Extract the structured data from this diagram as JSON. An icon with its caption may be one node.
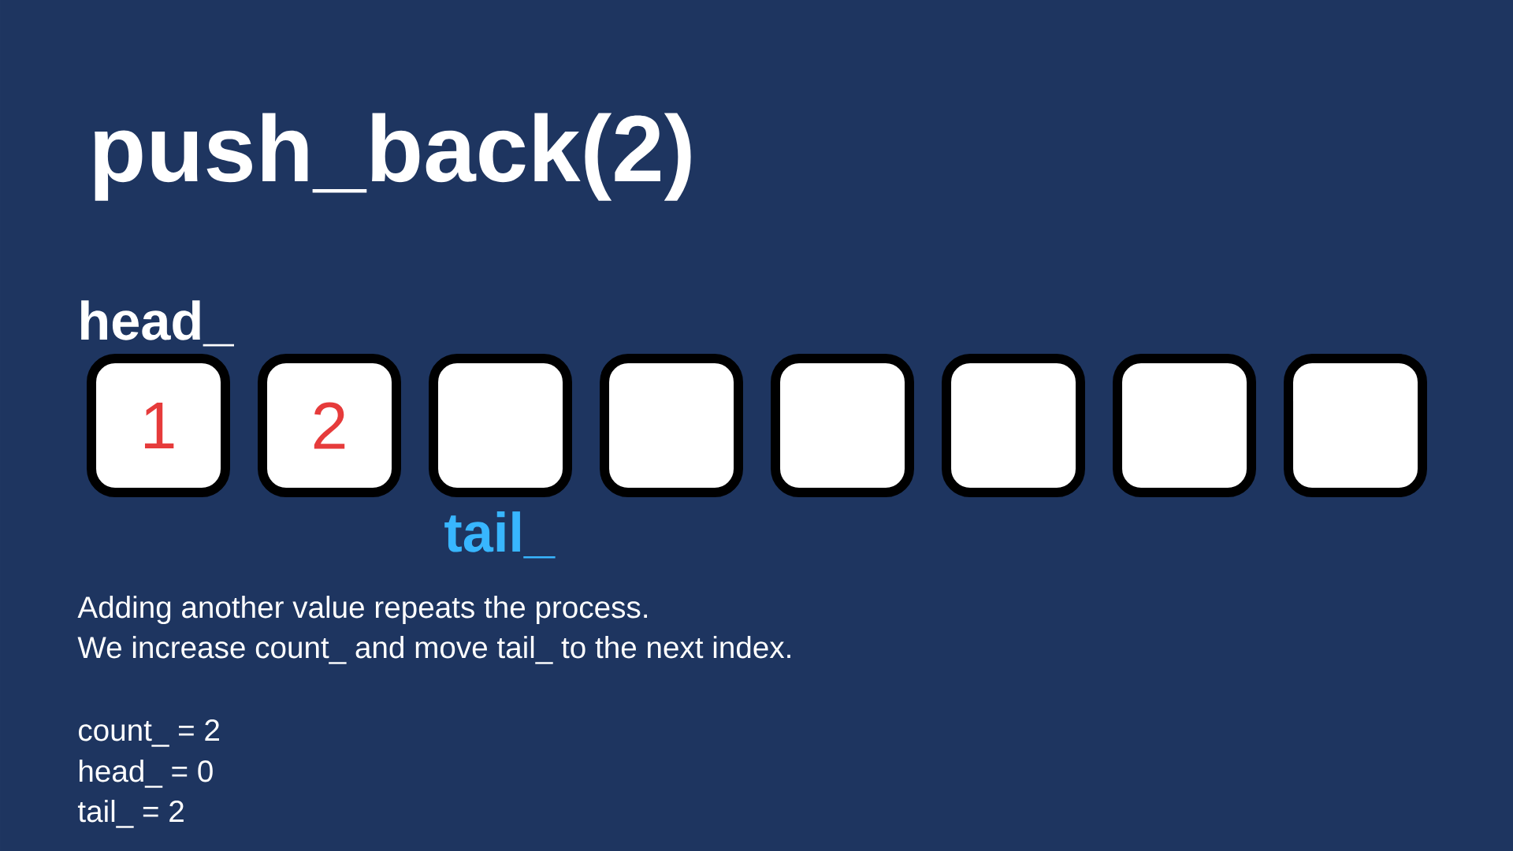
{
  "diagram": {
    "title": "push_back(2)",
    "nodes": [
      {
        "text": [
          "1"
        ]
      },
      {
        "text": [
          "2"
        ]
      },
      {
        "text": [],
        "shape": "box"
      },
      {
        "text": [],
        "shape": "box"
      },
      {
        "text": [],
        "shape": "box"
      },
      {
        "text": [],
        "shape": "box"
      },
      {
        "text": [],
        "shape": "box"
      },
      {
        "text": [],
        "shape": "box"
      }
    ],
    "labels": [
      "head_",
      "tail_",
      "Adding another value repeats the process.",
      "We increase count_ and move tail_ to the next index.",
      "count_ = 2",
      "head_ = 0",
      "tail_ = 2"
    ]
  }
}
